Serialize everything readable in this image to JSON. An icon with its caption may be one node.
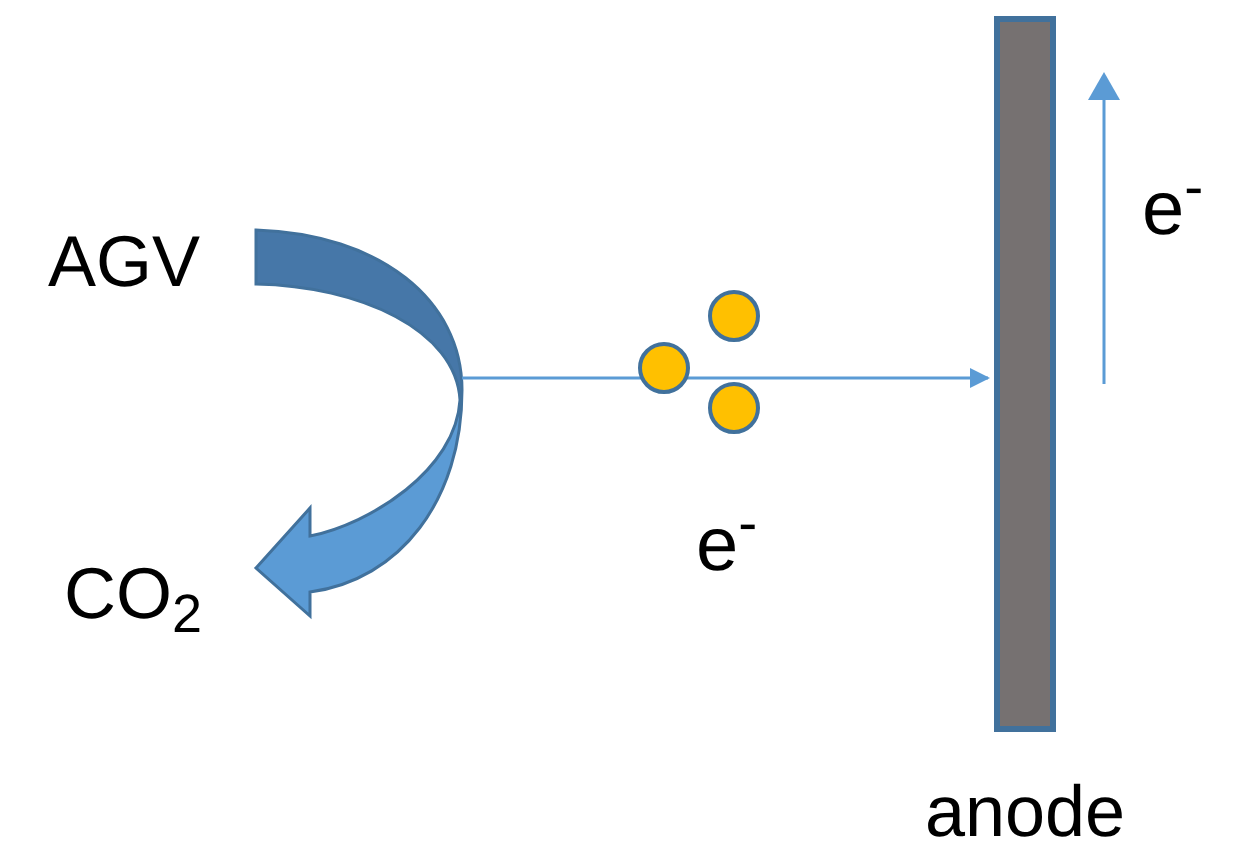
{
  "diagram": {
    "nodes": [
      {
        "text": [
          "AGV"
        ]
      },
      {
        "text": [
          "CO$_{2}$"
        ]
      },
      {
        "text": [
          "anode"
        ]
      }
    ],
    "edges": [
      {
        "from": 0,
        "to": 1,
        "arrow": "to",
        "style": "thick"
      },
      {
        "from": null,
        "to": 2,
        "arrow": "to"
      }
    ],
    "labels": [
      "e$^{-}$",
      "e$^{-}$"
    ]
  }
}
